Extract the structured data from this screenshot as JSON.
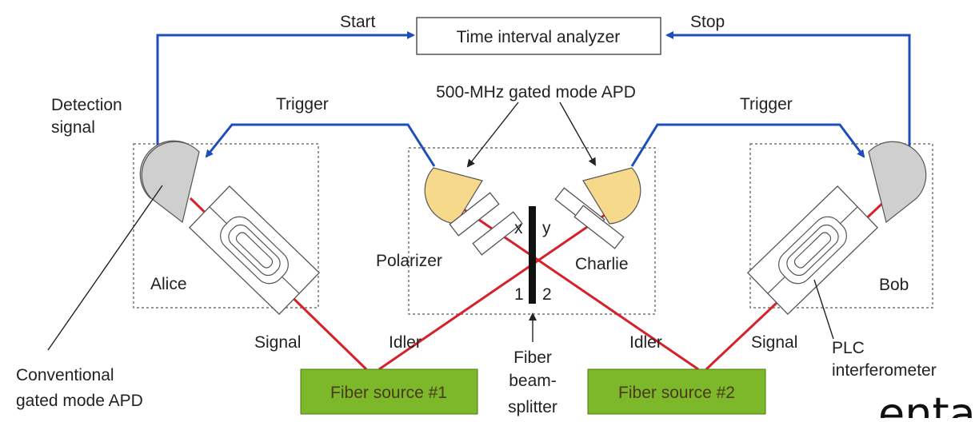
{
  "colors": {
    "fiber_red": "#d6202a",
    "signal_blue": "#1e4fb8",
    "source_green": "#7cb829",
    "apd_gated_yellow": "#f6d98a",
    "apd_conventional_gray": "#cfcfcf",
    "dashed_box": "#777777"
  },
  "labels": {
    "tia": "Time interval analyzer",
    "start": "Start",
    "stop": "Stop",
    "detection_1": "Detection",
    "detection_2": "signal",
    "trigger_left": "Trigger",
    "trigger_right": "Trigger",
    "gated_apd": "500-MHz gated mode APD",
    "alice": "Alice",
    "bob": "Bob",
    "charlie": "Charlie",
    "polarizer": "Polarizer",
    "port_x": "x",
    "port_y": "y",
    "port_1": "1",
    "port_2": "2",
    "signal_left": "Signal",
    "signal_right": "Signal",
    "idler_left": "Idler",
    "idler_right": "Idler",
    "fiber_1": "Fiber",
    "fiber_2": "beam-",
    "fiber_3": "splitter",
    "conv_1": "Conventional",
    "conv_2": "gated mode APD",
    "plc_1": "PLC",
    "plc_2": "interferometer",
    "source1": "Fiber source #1",
    "source2": "Fiber source #2",
    "cut_text": "enta"
  },
  "icons": [
    "apd-detector-icon",
    "plc-interferometer-icon",
    "arrow-icon"
  ]
}
